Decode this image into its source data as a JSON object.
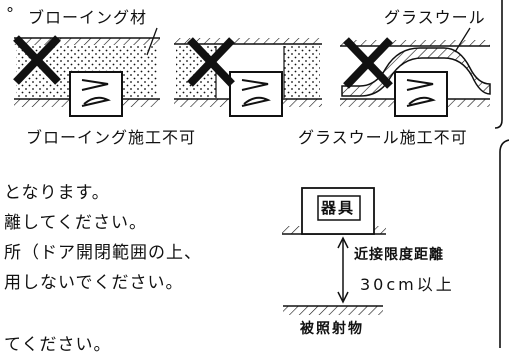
{
  "labels": {
    "blowing_material": "ブローイング材",
    "glass_wool": "グラスウール",
    "blowing_no_install": "ブローイング施工不可",
    "glass_wool_no_install": "グラスウール施工不可",
    "bullet_mark": "°"
  },
  "instructions": [
    "となります。",
    "離してください。",
    "所（ドア開閉範囲の上、",
    "用しないでください。",
    "てください。"
  ],
  "clearance": {
    "fixture_label": "器具",
    "distance_label": "近接限度距離",
    "distance_value": "30cm以上",
    "object_label": "被照射物"
  },
  "colors": {
    "line": "#111111",
    "background": "#ffffff"
  },
  "icons": [
    "cross-mark-icon",
    "cross-mark-icon",
    "cross-mark-icon",
    "fixture-icon",
    "double-arrow-icon"
  ]
}
